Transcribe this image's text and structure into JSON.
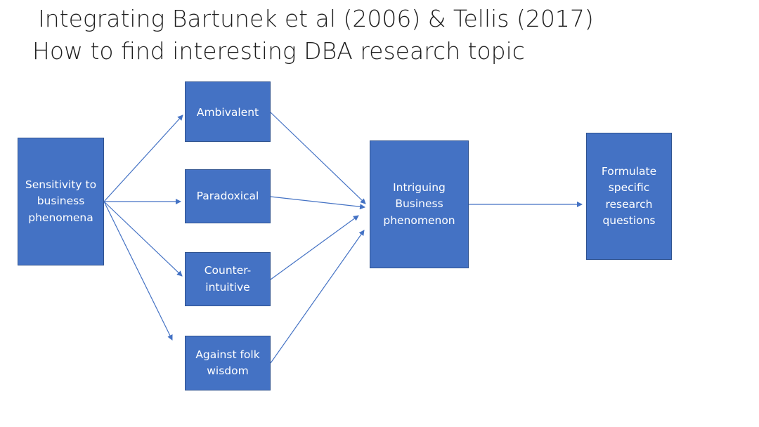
{
  "title": {
    "line1": "Integrating Bartunek et al (2006) & Tellis (2017)",
    "line2": "How to find interesting DBA research topic"
  },
  "nodes": {
    "sensitivity": "Sensitivity to\nbusiness\nphenomena",
    "ambivalent": "Ambivalent",
    "paradoxical": "Paradoxical",
    "counter_intuitive": "Counter-\nintuitive",
    "against_folk_wisdom": "Against folk\nwisdom",
    "intriguing": "Intriguing\nBusiness\nphenomenon",
    "formulate": "Formulate\nspecific\nresearch\nquestions"
  },
  "colors": {
    "box_fill": "#4472c4",
    "box_border": "#2f528f",
    "arrow": "#4472c4",
    "box_text": "#ffffff"
  }
}
